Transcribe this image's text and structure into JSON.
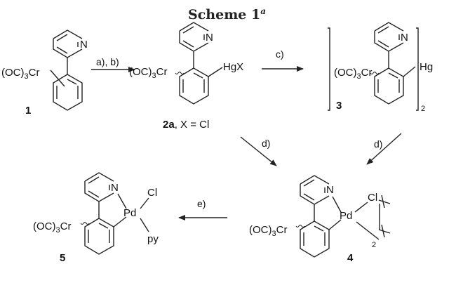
{
  "title": {
    "main": "Scheme 1",
    "superscript": "a"
  },
  "fragments": {
    "cr_prefix": "(OC)",
    "cr_sub": "3",
    "cr_suffix": "Cr"
  },
  "atoms": {
    "N": "N",
    "Hg": "Hg",
    "HgX": "HgX",
    "Pd": "Pd",
    "Cl": "Cl",
    "py": "py"
  },
  "bracket_subscript": "2",
  "dimer_subscript": "2",
  "compounds": {
    "c1": "1",
    "c2": "2a",
    "c2_note": ", X = Cl",
    "c3": "3",
    "c4": "4",
    "c5": "5"
  },
  "arrows": {
    "a": "a), b)",
    "c": "c)",
    "d1": "d)",
    "d2": "d)",
    "e": "e)"
  }
}
